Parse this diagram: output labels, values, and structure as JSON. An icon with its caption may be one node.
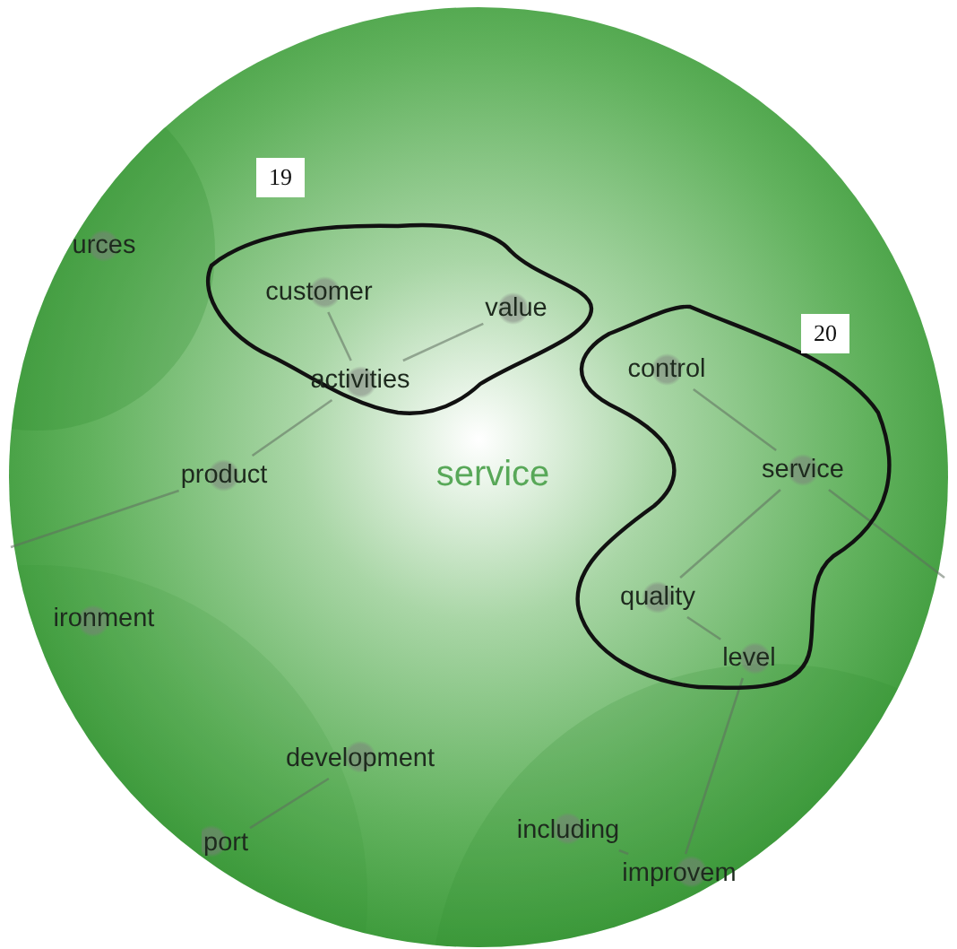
{
  "diagram": {
    "nodes": [
      {
        "text": [
          "19"
        ]
      },
      {
        "text": [
          "customer"
        ],
        "in": 0
      },
      {
        "text": [
          "value"
        ],
        "in": 0
      },
      {
        "text": [
          "activities"
        ],
        "in": 0
      },
      {
        "text": [
          "urces"
        ]
      },
      {
        "text": [
          "product"
        ]
      },
      {
        "text": [
          "20"
        ]
      },
      {
        "text": [
          "control"
        ],
        "in": 6
      },
      {
        "text": [
          "service"
        ],
        "in": 6
      },
      {
        "text": [
          "quality"
        ],
        "in": 6
      },
      {
        "text": [
          "level"
        ],
        "in": 6
      },
      {
        "text": [
          "ironment"
        ]
      },
      {
        "text": [
          "development"
        ]
      },
      {
        "text": [
          "port"
        ]
      },
      {
        "text": [
          "including"
        ]
      },
      {
        "text": [
          "improvem"
        ]
      }
    ],
    "edges": [
      {
        "from": 1,
        "to": 3,
        "arrow": "none"
      },
      {
        "from": 3,
        "to": 2,
        "arrow": "none"
      },
      {
        "from": 3,
        "to": 5,
        "arrow": "none"
      },
      {
        "from": 5,
        "to": null,
        "arrow": "none"
      },
      {
        "from": 7,
        "to": 8,
        "arrow": "none"
      },
      {
        "from": 8,
        "to": 9,
        "arrow": "none"
      },
      {
        "from": 8,
        "to": null,
        "arrow": "none"
      },
      {
        "from": 9,
        "to": 10,
        "arrow": "none"
      },
      {
        "from": 10,
        "to": 15,
        "arrow": "none"
      },
      {
        "from": 14,
        "to": 15,
        "arrow": "none"
      },
      {
        "from": 12,
        "to": 13,
        "arrow": "none"
      }
    ],
    "labels": [
      "service"
    ]
  }
}
